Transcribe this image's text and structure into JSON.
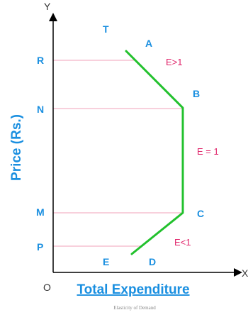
{
  "axes": {
    "y_letter": "Y",
    "x_letter": "X",
    "origin": "O",
    "y_title": "Price (Rs.)",
    "x_title": "Total Expenditure"
  },
  "price_levels": {
    "R": "R",
    "N": "N",
    "M": "M",
    "P": "P"
  },
  "points": {
    "T": "T",
    "A": "A",
    "B": "B",
    "C": "C",
    "D": "D",
    "E": "E"
  },
  "elasticity": {
    "above_unity": "E>1",
    "unity": "E = 1",
    "below_unity": "E<1"
  },
  "caption": "Elasticity of Demand",
  "colors": {
    "axis": "#000000",
    "curve": "#22c12d",
    "guides": "#f0a0b8",
    "blue_text": "#1a8fe0",
    "red_text": "#e0246a"
  }
}
